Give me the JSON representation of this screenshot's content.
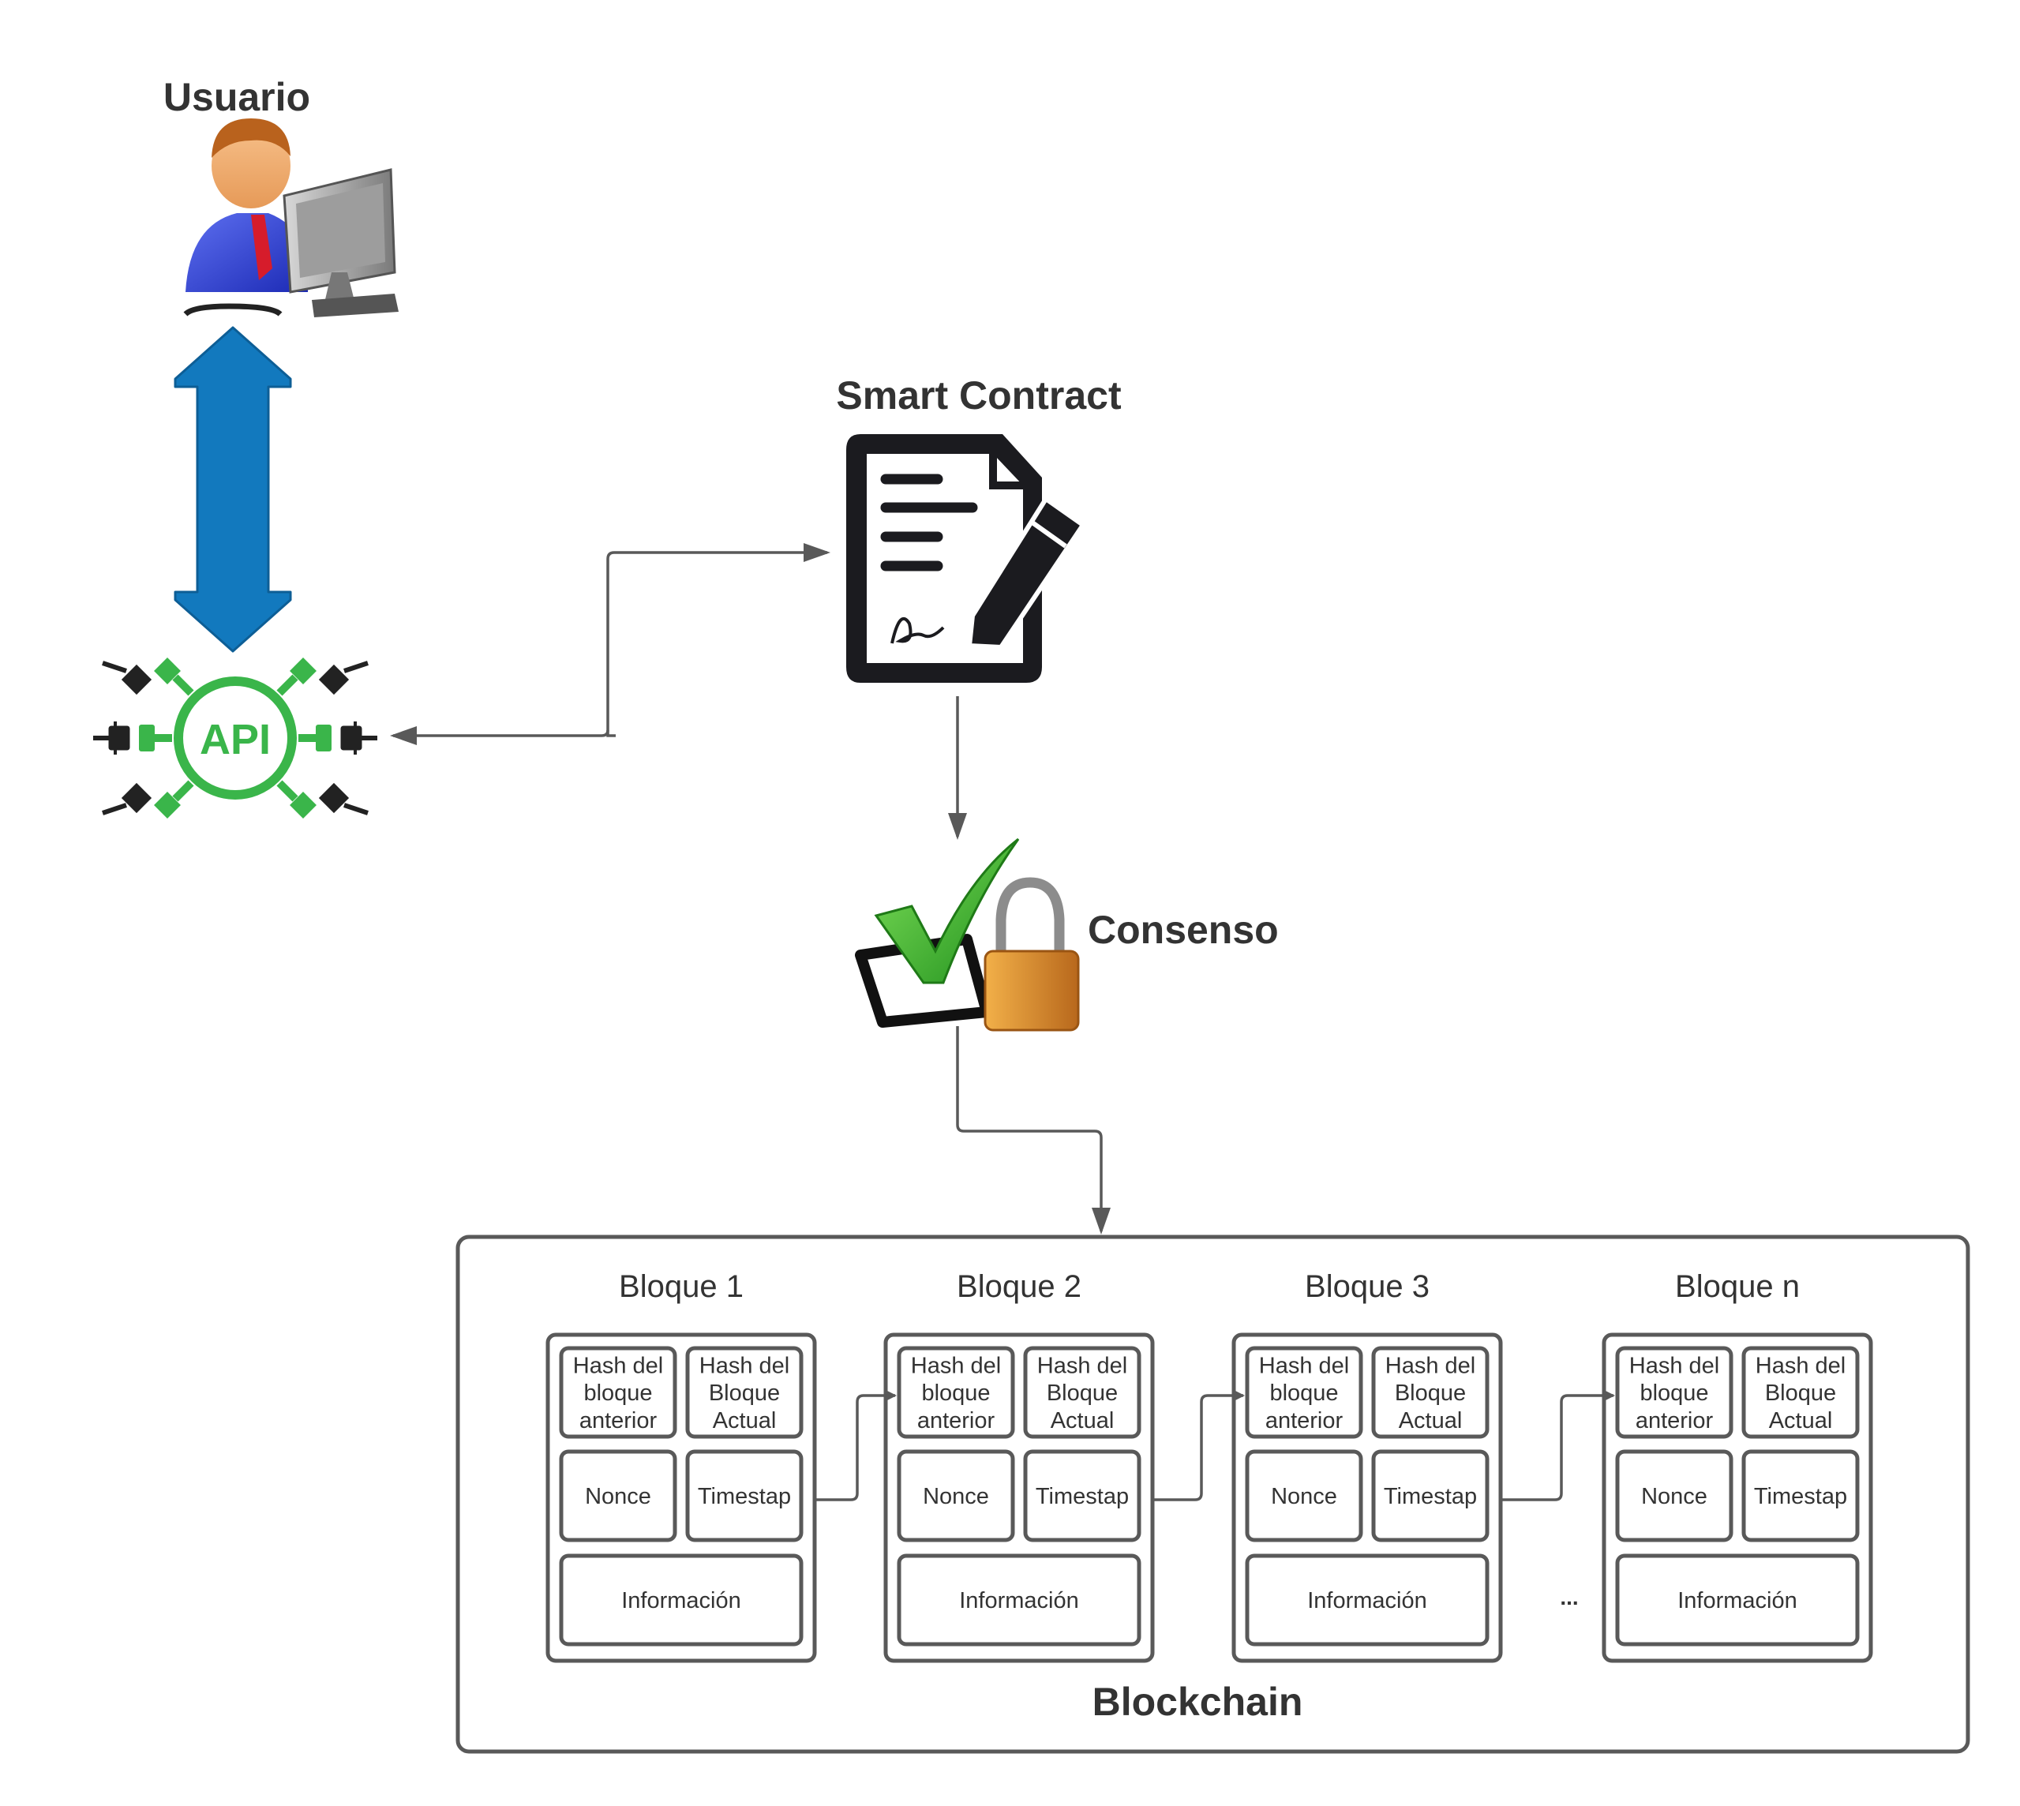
{
  "labels": {
    "usuario": "Usuario",
    "smart_contract": "Smart Contract",
    "consenso": "Consenso",
    "api": "API",
    "blockchain": "Blockchain",
    "ellipsis": "..."
  },
  "blocks": [
    {
      "title": "Bloque 1",
      "hash_prev": [
        "Hash del",
        "bloque",
        "anterior"
      ],
      "hash_curr": [
        "Hash del",
        "Bloque",
        "Actual"
      ],
      "nonce": "Nonce",
      "timestamp": "Timestap",
      "info": "Información"
    },
    {
      "title": "Bloque 2",
      "hash_prev": [
        "Hash del",
        "bloque",
        "anterior"
      ],
      "hash_curr": [
        "Hash del",
        "Bloque",
        "Actual"
      ],
      "nonce": "Nonce",
      "timestamp": "Timestap",
      "info": "Información"
    },
    {
      "title": "Bloque 3",
      "hash_prev": [
        "Hash del",
        "bloque",
        "anterior"
      ],
      "hash_curr": [
        "Hash del",
        "Bloque",
        "Actual"
      ],
      "nonce": "Nonce",
      "timestamp": "Timestap",
      "info": "Información"
    },
    {
      "title": "Bloque n",
      "hash_prev": [
        "Hash del",
        "bloque",
        "anterior"
      ],
      "hash_curr": [
        "Hash del",
        "Bloque",
        "Actual"
      ],
      "nonce": "Nonce",
      "timestamp": "Timestap",
      "info": "Información"
    }
  ],
  "colors": {
    "line": "#595959",
    "text": "#333333",
    "arrow_blue": "#1279be",
    "api_green": "#3ab54a",
    "contract_dark": "#1b1b1f",
    "check_green": "#3bb02f",
    "lock_orange": "#e3912f"
  },
  "icons": [
    "user-computer-icon",
    "double-arrow-icon",
    "api-icon",
    "smart-contract-icon",
    "consensus-icon"
  ]
}
